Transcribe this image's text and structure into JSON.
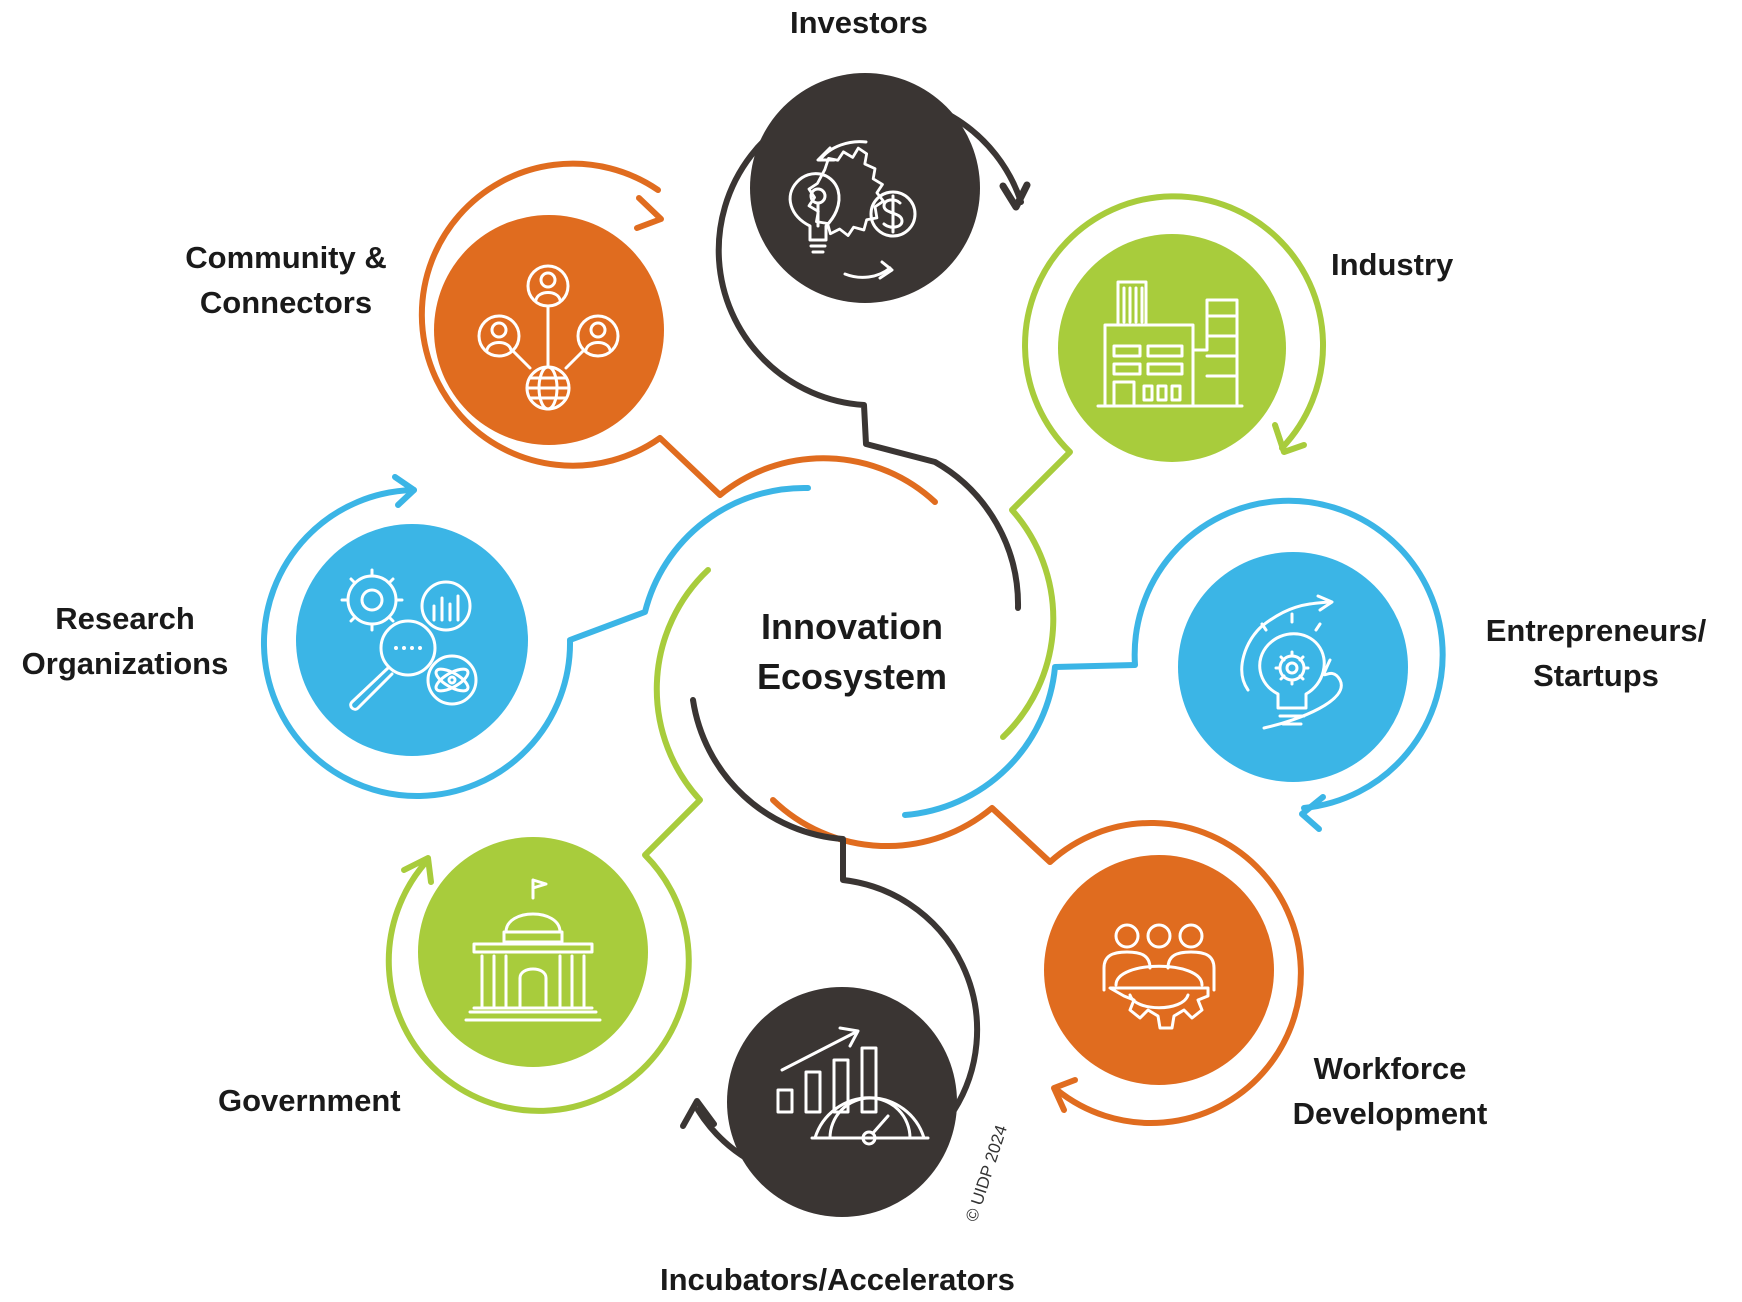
{
  "center": {
    "line1": "Innovation",
    "line2": "Ecosystem"
  },
  "nodes": {
    "investors": {
      "label": "Investors",
      "icon": "lightbulb-dollar-gear-cycle-icon",
      "color": "#3a3533"
    },
    "industry": {
      "label": "Industry",
      "icon": "factory-icon",
      "color": "#a8cc3c"
    },
    "entrepreneurs": {
      "line1": "Entrepreneurs/",
      "line2": "Startups",
      "icon": "lightbulb-gear-path-icon",
      "color": "#3bb5e6"
    },
    "workforce": {
      "line1": "Workforce",
      "line2": "Development",
      "icon": "team-gear-icon",
      "color": "#e06c1f"
    },
    "incubators": {
      "label": "Incubators/Accelerators",
      "icon": "growth-chart-gauge-icon",
      "color": "#3a3533"
    },
    "government": {
      "label": "Government",
      "icon": "capitol-building-icon",
      "color": "#a8cc3c"
    },
    "research": {
      "line1": "Research",
      "line2": "Organizations",
      "icon": "research-analysis-icon",
      "color": "#3bb5e6"
    },
    "community": {
      "line1": "Community &",
      "line2": "Connectors",
      "icon": "people-network-icon",
      "color": "#e06c1f"
    }
  },
  "copyright": "© UIDP 2024"
}
